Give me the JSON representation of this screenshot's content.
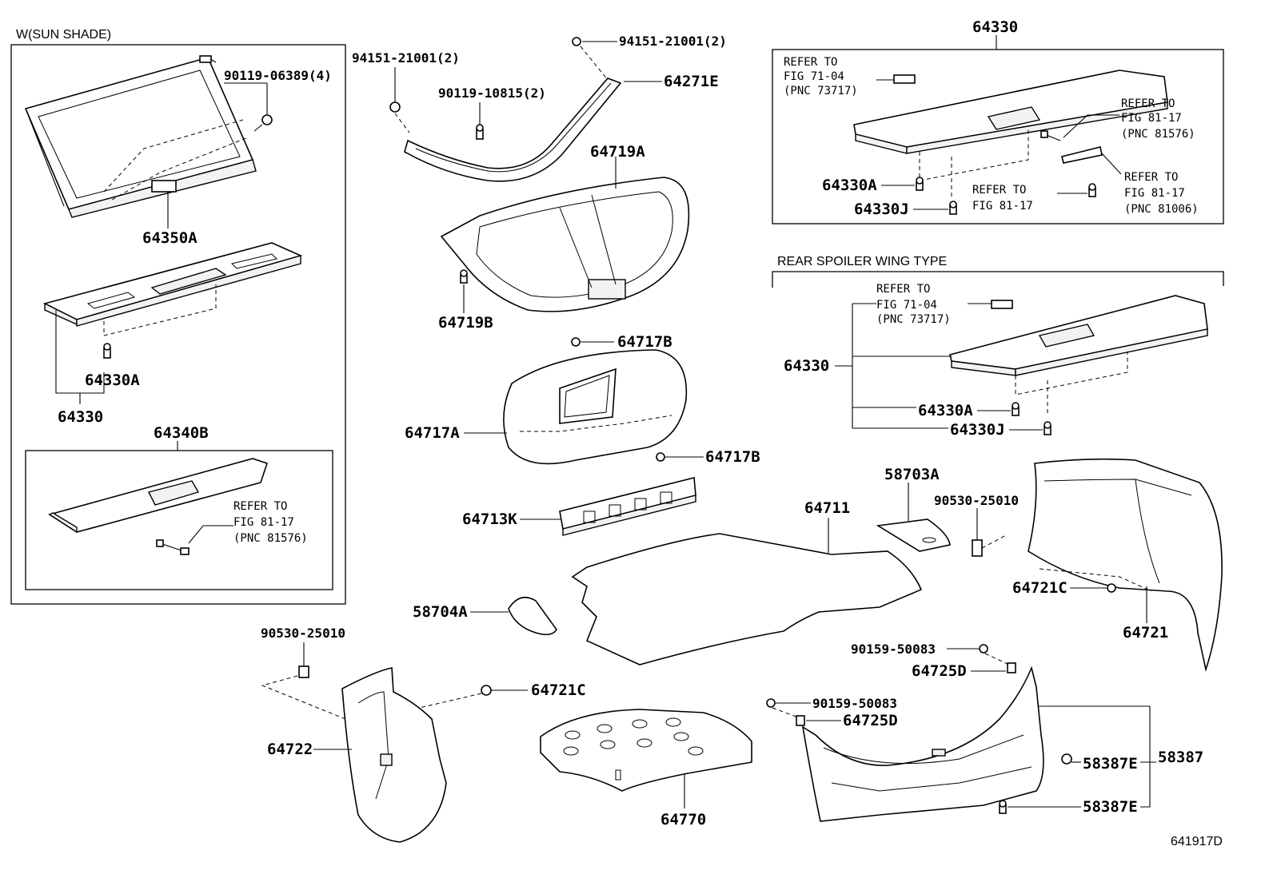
{
  "diagram_id": "641917D",
  "sections": {
    "sun_shade": "W(SUN SHADE)",
    "rear_spoiler": "REAR SPOILER WING TYPE"
  },
  "callouts": {
    "p64350A": "64350A",
    "p90119_06389": "90119-06389(4)",
    "p64330A_ss": "64330A",
    "p64330_ss": "64330",
    "p64340B": "64340B",
    "p94151_left": "94151-21001(2)",
    "p94151_right": "94151-21001(2)",
    "p90119_10815": "90119-10815(2)",
    "p64271E": "64271E",
    "p64719A": "64719A",
    "p64719B": "64719B",
    "p64717B_top": "64717B",
    "p64717A": "64717A",
    "p64717B_bot": "64717B",
    "p64713K": "64713K",
    "p64330_top": "64330",
    "p64330A_top": "64330A",
    "p64330J_top": "64330J",
    "p64330_rs": "64330",
    "p64330A_rs": "64330A",
    "p64330J_rs": "64330J",
    "p58703A": "58703A",
    "p90530_right": "90530-25010",
    "p64711": "64711",
    "p58704A": "58704A",
    "p64721C_right": "64721C",
    "p64721": "64721",
    "p90530_left": "90530-25010",
    "p64721C_left": "64721C",
    "p64722": "64722",
    "p64770": "64770",
    "p90159_a": "90159-50083",
    "p64725D_a": "64725D",
    "p90159_b": "90159-50083",
    "p64725D_b": "64725D",
    "p58387": "58387",
    "p58387E_a": "58387E",
    "p58387E_b": "58387E"
  },
  "refs": {
    "r1": [
      "REFER TO",
      "FIG 81-17",
      "(PNC 81576)"
    ],
    "r2": [
      "REFER TO",
      "FIG 71-04",
      "(PNC 73717)"
    ],
    "r3": [
      "REFER TO",
      "FIG 81-17",
      "(PNC 81576)"
    ],
    "r4": [
      "REFER TO",
      "FIG 81-17"
    ],
    "r5": [
      "REFER TO",
      "FIG 81-17",
      "(PNC 81006)"
    ],
    "r6": [
      "REFER TO",
      "FIG 71-04",
      "(PNC 73717)"
    ]
  }
}
